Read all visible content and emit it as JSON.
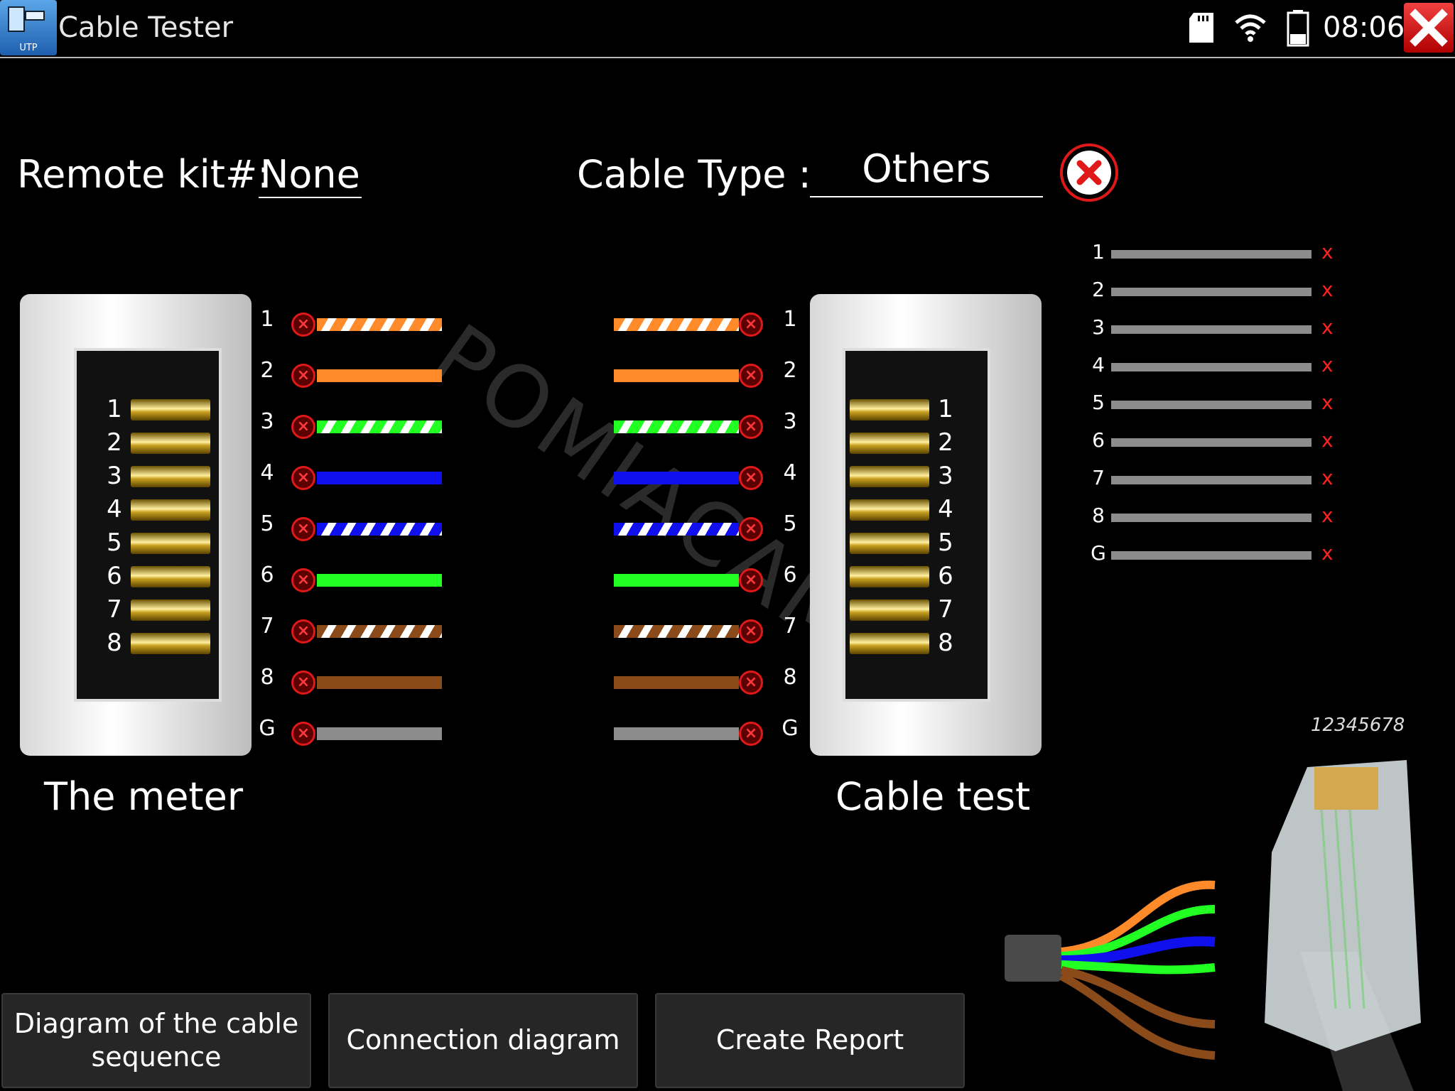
{
  "status_bar": {
    "app_icon_tag": "UTP",
    "app_title": "Cable Tester",
    "time": "08:06",
    "icons": [
      "sd-card-icon",
      "wifi-icon",
      "battery-icon",
      "close-icon"
    ]
  },
  "header": {
    "remote_kit_label": "Remote kit#:",
    "remote_kit_value": "None",
    "cable_type_label": "Cable Type :",
    "cable_type_value": "Others"
  },
  "pins": [
    {
      "label": "1",
      "color": "#ff8a2a",
      "striped": true
    },
    {
      "label": "2",
      "color": "#ff8a2a",
      "striped": false
    },
    {
      "label": "3",
      "color": "#22ff22",
      "striped": true
    },
    {
      "label": "4",
      "color": "#1010ee",
      "striped": false
    },
    {
      "label": "5",
      "color": "#1010ee",
      "striped": true
    },
    {
      "label": "6",
      "color": "#22ff22",
      "striped": false
    },
    {
      "label": "7",
      "color": "#8b4a1a",
      "striped": true
    },
    {
      "label": "8",
      "color": "#8b4a1a",
      "striped": false
    },
    {
      "label": "G",
      "color": "#8c8c8c",
      "striped": false
    }
  ],
  "left_connector": {
    "caption": "The meter",
    "contacts": [
      "1",
      "2",
      "3",
      "4",
      "5",
      "6",
      "7",
      "8"
    ]
  },
  "right_connector": {
    "caption": "Cable test",
    "contacts": [
      "1",
      "2",
      "3",
      "4",
      "5",
      "6",
      "7",
      "8"
    ]
  },
  "right_list": {
    "items": [
      "1",
      "2",
      "3",
      "4",
      "5",
      "6",
      "7",
      "8",
      "G"
    ],
    "status_mark": "x"
  },
  "plug_label": "12345678",
  "watermark": "POMIACAM",
  "buttons": {
    "diagram": "Diagram of the cable sequence",
    "connection": "Connection diagram",
    "report": "Create Report"
  }
}
